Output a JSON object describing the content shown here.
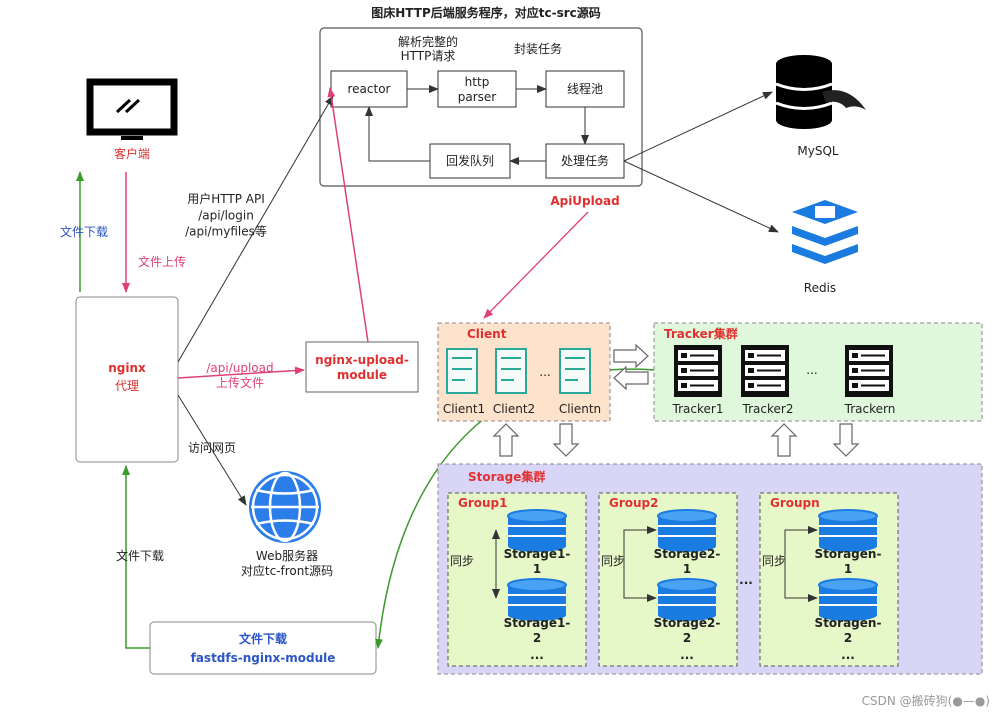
{
  "title": "图床HTTP后端服务程序，对应tc-src源码",
  "server": {
    "parse_label": "解析完整的\nHTTP请求",
    "wrap_label": "封装任务",
    "reactor": "reactor",
    "http_parser": "http\nparser",
    "thread_pool": "线程池",
    "process_task": "处理任务",
    "reply_queue": "回发队列"
  },
  "client_side": {
    "client_label": "客户端",
    "file_download_left": "文件下载",
    "file_upload": "文件上传"
  },
  "nginx": {
    "name": "nginx",
    "sub": "代理",
    "api_label": "用户HTTP API\n/api/login\n/api/myfiles等",
    "upload_label": "/api/upload\n上传文件",
    "visit_label": "访问网页",
    "download_label": "文件下载"
  },
  "upload_module": {
    "name": "nginx-upload-\nmodule"
  },
  "fastdfs_module": {
    "title": "文件下载",
    "name": "fastdfs-nginx-module"
  },
  "web_server": {
    "label": "Web服务器\n对应tc-front源码"
  },
  "api_upload": "ApiUpload",
  "mysql": "MySQL",
  "redis": "Redis",
  "client_group": {
    "title": "Client",
    "items": [
      "Client1",
      "Client2",
      "Clientn"
    ],
    "ellipsis": "..."
  },
  "tracker_group": {
    "title": "Tracker集群",
    "items": [
      "Tracker1",
      "Tracker2",
      "Trackern"
    ],
    "ellipsis": "..."
  },
  "storage": {
    "title": "Storage集群",
    "sync_label": "同步",
    "ellipsis": "...",
    "groups": [
      {
        "name": "Group1",
        "a": "Storage1-\n1",
        "b": "Storage1-\n2",
        "more": "..."
      },
      {
        "name": "Group2",
        "a": "Storage2-\n1",
        "b": "Storage2-\n2",
        "more": "..."
      },
      {
        "name": "Groupn",
        "a": "Storagen-\n1",
        "b": "Storagen-\n2",
        "more": "..."
      }
    ]
  },
  "watermark": "CSDN @搬砖狗(●—●)",
  "colors": {
    "pink": "#e0407a",
    "green": "#3a9a2a",
    "red_text": "#e03030",
    "blue_text": "#2b55c8",
    "storage_icon": "#1a7be0",
    "client_bg": "#fde3cc",
    "tracker_bg": "#dff8dc",
    "storage_bg": "#d9d5f7",
    "group_bg": "#e6f7c8"
  }
}
